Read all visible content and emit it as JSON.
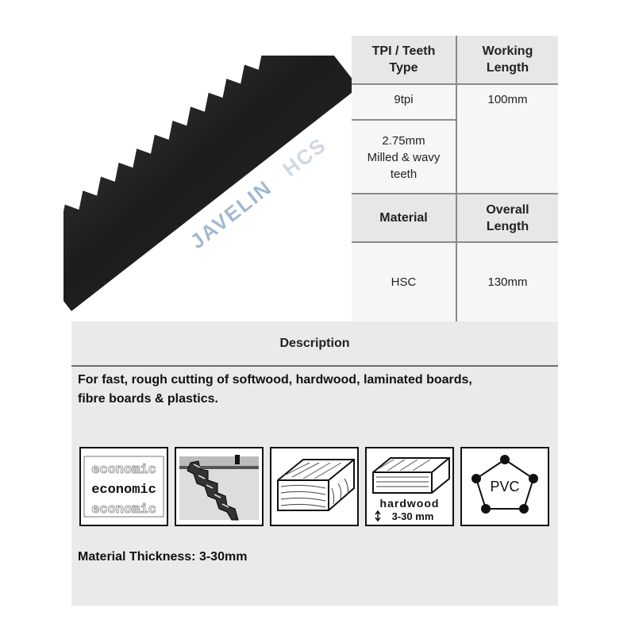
{
  "blade": {
    "brand_text": "JAVELIN",
    "grade_text": "HCS"
  },
  "spec_table": {
    "headers": {
      "tpi_teeth_type_line1": "TPI / Teeth",
      "tpi_teeth_type_line2": "Type",
      "working_length_line1": "Working",
      "working_length_line2": "Length",
      "material": "Material",
      "overall_length_line1": "Overall",
      "overall_length_line2": "Length"
    },
    "values": {
      "tpi": "9tpi",
      "working_length": "100mm",
      "teeth_line1": "2.75mm",
      "teeth_line2": "Milled & wavy",
      "teeth_line3": "teeth",
      "material": "HSC",
      "overall_length": "130mm"
    }
  },
  "description": {
    "header": "Description",
    "line1": "For fast, rough cutting of softwood, hardwood, laminated boards,",
    "line2": "fibre boards & plastics."
  },
  "icons": {
    "economic_icon": {
      "name": "economic-icon",
      "text": "economic"
    },
    "rough_cut_icon": {
      "name": "rough-cut-icon"
    },
    "softwood_icon": {
      "name": "softwood-icon"
    },
    "hardwood_icon": {
      "name": "hardwood-icon",
      "label": "hardwood",
      "range": "3-30 mm"
    },
    "pvc_icon": {
      "name": "pvc-icon",
      "label": "PVC"
    }
  },
  "material_thickness": "Material Thickness: 3-30mm"
}
